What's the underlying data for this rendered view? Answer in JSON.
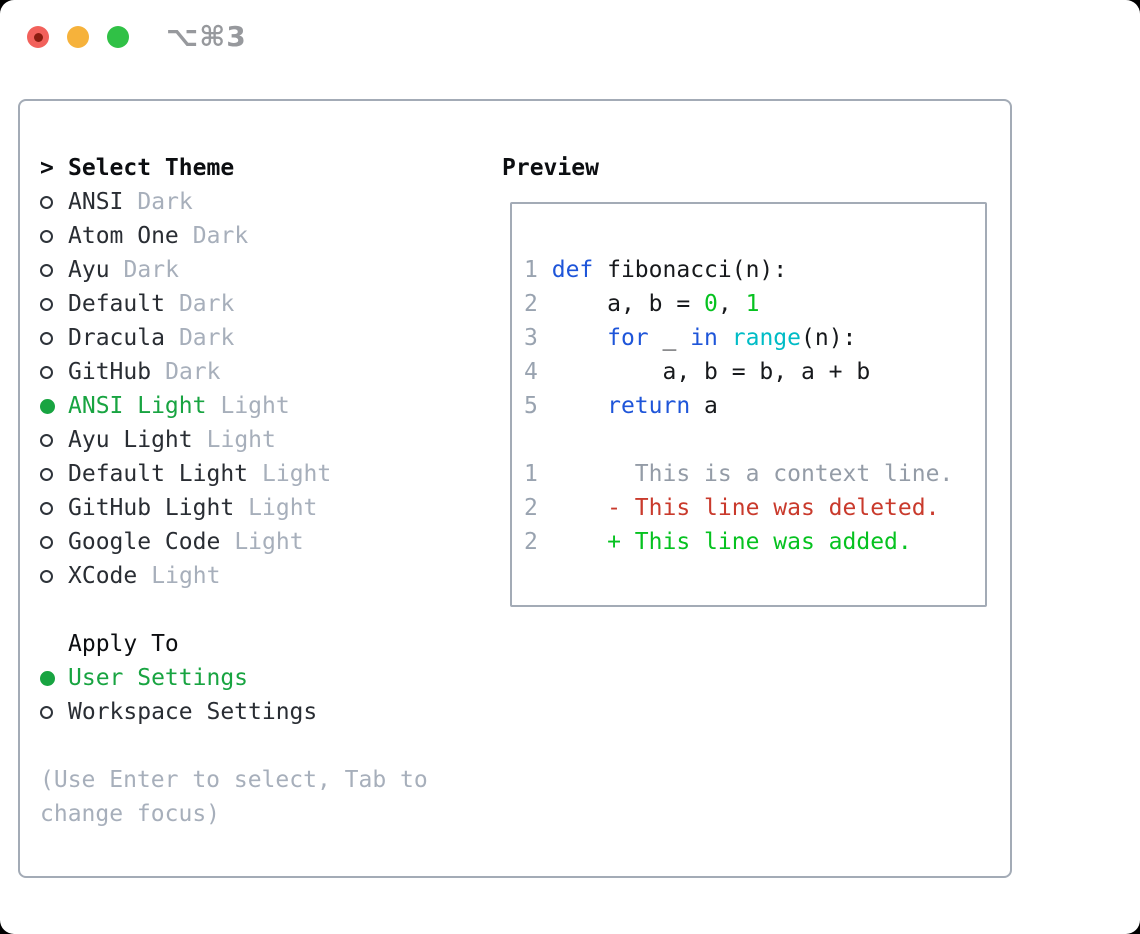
{
  "titlebar": {
    "shortcut": "⌥⌘3"
  },
  "theme_panel": {
    "header": {
      "caret": ">",
      "label": "Select Theme"
    },
    "items": [
      {
        "name": "ANSI",
        "badge": "Dark",
        "selected": false
      },
      {
        "name": "Atom One",
        "badge": "Dark",
        "selected": false
      },
      {
        "name": "Ayu",
        "badge": "Dark",
        "selected": false
      },
      {
        "name": "Default",
        "badge": "Dark",
        "selected": false
      },
      {
        "name": "Dracula",
        "badge": "Dark",
        "selected": false
      },
      {
        "name": "GitHub",
        "badge": "Dark",
        "selected": false
      },
      {
        "name": "ANSI Light",
        "badge": "Light",
        "selected": true
      },
      {
        "name": "Ayu Light",
        "badge": "Light",
        "selected": false
      },
      {
        "name": "Default Light",
        "badge": "Light",
        "selected": false
      },
      {
        "name": "GitHub Light",
        "badge": "Light",
        "selected": false
      },
      {
        "name": "Google Code",
        "badge": "Light",
        "selected": false
      },
      {
        "name": "XCode",
        "badge": "Light",
        "selected": false
      }
    ],
    "apply_to": {
      "header": "Apply To",
      "options": [
        {
          "label": "User Settings",
          "selected": true
        },
        {
          "label": "Workspace Settings",
          "selected": false
        }
      ]
    },
    "hint_lines": [
      "(Use Enter to select, Tab to",
      "change focus)"
    ]
  },
  "preview": {
    "title": "Preview",
    "code_lines": [
      {
        "num": "1",
        "segments": [
          [
            "plain",
            " "
          ],
          [
            "kw",
            "def"
          ],
          [
            "plain",
            " fibonacci(n):"
          ]
        ]
      },
      {
        "num": "2",
        "segments": [
          [
            "plain",
            "     a, b = "
          ],
          [
            "num",
            "0"
          ],
          [
            "plain",
            ", "
          ],
          [
            "num",
            "1"
          ]
        ]
      },
      {
        "num": "3",
        "segments": [
          [
            "plain",
            "     "
          ],
          [
            "kw",
            "for"
          ],
          [
            "plain",
            " _ "
          ],
          [
            "kw",
            "in"
          ],
          [
            "plain",
            " "
          ],
          [
            "fn",
            "range"
          ],
          [
            "plain",
            "(n):"
          ]
        ]
      },
      {
        "num": "4",
        "segments": [
          [
            "plain",
            "         a, b = b, a + b"
          ]
        ]
      },
      {
        "num": "5",
        "segments": [
          [
            "plain",
            "     "
          ],
          [
            "kw",
            "return"
          ],
          [
            "plain",
            " a"
          ]
        ]
      },
      {
        "num": "",
        "segments": []
      },
      {
        "num": "1",
        "segments": [
          [
            "ctx",
            "       This is a context line."
          ]
        ]
      },
      {
        "num": "2",
        "segments": [
          [
            "del",
            "     - This line was deleted."
          ]
        ]
      },
      {
        "num": "2",
        "segments": [
          [
            "add",
            "     + This line was added."
          ]
        ]
      }
    ]
  },
  "colors": {
    "tl-close": "#f2615b",
    "tl-close-dot": "#8a1d10",
    "tl-min": "#f6b23b",
    "tl-zoom": "#30c146",
    "border": "#a3abb6",
    "ink": "#0c0e11",
    "item-ink": "#292d33",
    "code-ink": "#17191c",
    "gray-muted": "#a7afbb",
    "lnum": "#99a3b0",
    "ctx-gray": "#949ca7",
    "green-select": "#18a441",
    "green-bright": "#06c220",
    "blue-kw": "#1e55d9",
    "cyan-fn": "#00bcc6",
    "red-del": "#c93a2c"
  }
}
